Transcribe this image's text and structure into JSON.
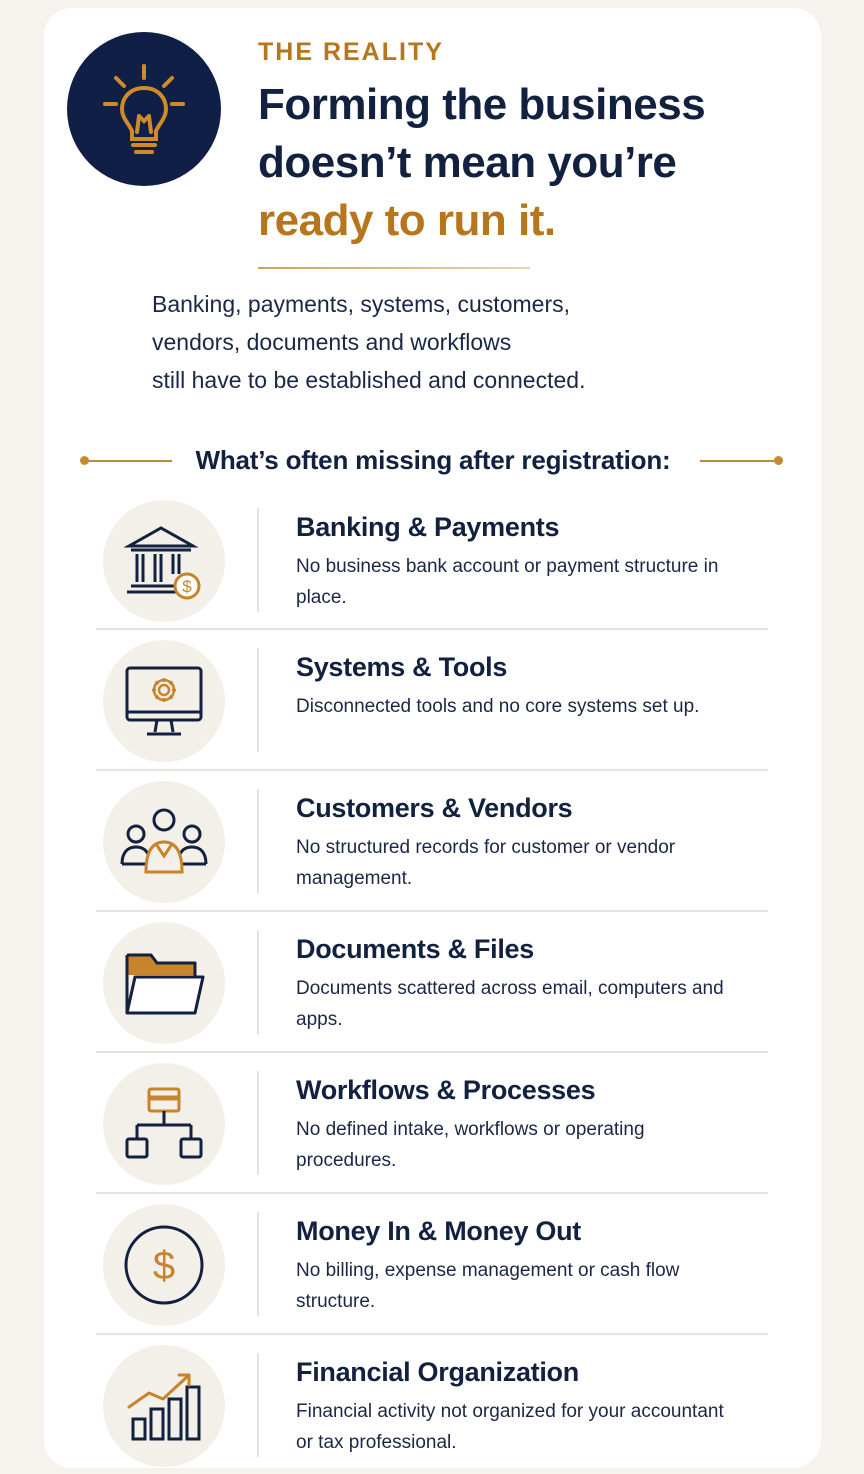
{
  "hero": {
    "eyebrow": "THE REALITY",
    "headline_line1": "Forming the business",
    "headline_line2": "doesn’t mean you’re",
    "headline_accent": "ready to run it.",
    "icon": "lightbulb-icon"
  },
  "intro": {
    "line1": "Banking, payments, systems, customers,",
    "line2": "vendors, documents and workflows",
    "line3": "still have to be established and connected."
  },
  "section": {
    "heading": "What’s often missing after registration:"
  },
  "items": [
    {
      "icon": "bank-icon",
      "title": "Banking & Payments",
      "desc": "No business bank account or payment structure in place."
    },
    {
      "icon": "computer-gear-icon",
      "title": "Systems & Tools",
      "desc": "Disconnected tools and no core systems set up."
    },
    {
      "icon": "people-icon",
      "title": "Customers & Vendors",
      "desc": "No structured records for customer or vendor management."
    },
    {
      "icon": "folder-icon",
      "title": "Documents & Files",
      "desc": "Documents scattered across email, computers and apps."
    },
    {
      "icon": "workflow-icon",
      "title": "Workflows & Processes",
      "desc": "No defined intake, workflows or operating procedures."
    },
    {
      "icon": "dollar-icon",
      "title": "Money In & Money Out",
      "desc": "No billing, expense management or cash flow structure."
    },
    {
      "icon": "growth-chart-icon",
      "title": "Financial Organization",
      "desc": "Financial activity not organized for your accountant or tax professional."
    }
  ],
  "colors": {
    "navy": "#12213f",
    "gold": "#b8761c",
    "badge": "#0f1f45",
    "icon_bg": "#f3f0ea"
  }
}
